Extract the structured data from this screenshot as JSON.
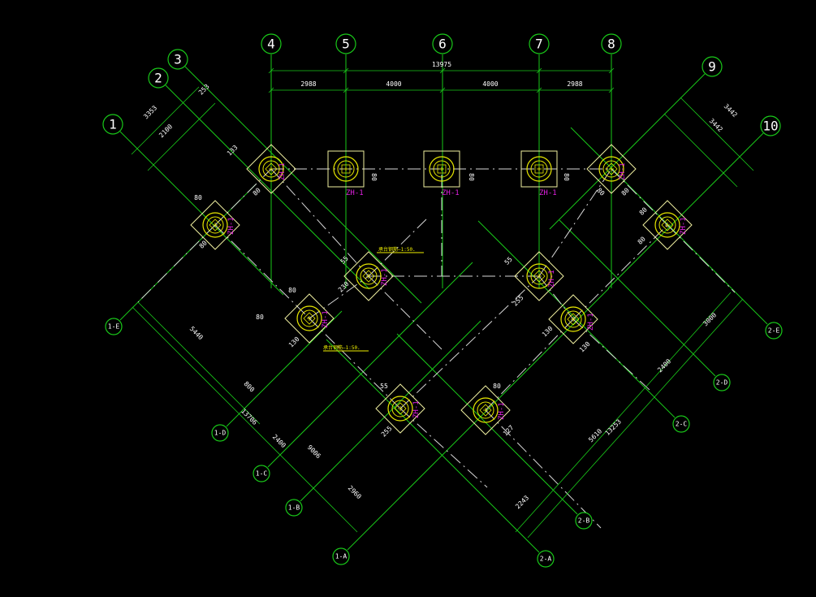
{
  "axes_top": [
    {
      "label": "4"
    },
    {
      "label": "5"
    },
    {
      "label": "6"
    },
    {
      "label": "7"
    },
    {
      "label": "8"
    }
  ],
  "axes_left": [
    {
      "label": "1"
    },
    {
      "label": "2"
    },
    {
      "label": "3"
    }
  ],
  "axes_right": [
    {
      "label": "9"
    },
    {
      "label": "10"
    }
  ],
  "axes_lower_left": [
    {
      "label": "1-E"
    },
    {
      "label": "1-D"
    },
    {
      "label": "1-C"
    },
    {
      "label": "1-B"
    },
    {
      "label": "1-A"
    }
  ],
  "axes_lower_right": [
    {
      "label": "2-E"
    },
    {
      "label": "2-D"
    },
    {
      "label": "2-C"
    },
    {
      "label": "2-B"
    },
    {
      "label": "2-A"
    }
  ],
  "dims_top": {
    "total": "13975",
    "segments": [
      "2988",
      "4000",
      "4000",
      "2988"
    ]
  },
  "dims_upper_left": [
    "3353",
    "2100",
    "253"
  ],
  "dims_upper_right": [
    "3442",
    "3442"
  ],
  "dims_lower_left": [
    "5440",
    "800",
    "13706",
    "2400",
    "9006",
    "2960"
  ],
  "dims_lower_right": [
    "3000",
    "2400",
    "13253",
    "5610",
    "2243"
  ],
  "pile_label": "ZH-1",
  "offsets": [
    "133",
    "80",
    "80",
    "80",
    "80",
    "80",
    "80",
    "80",
    "80",
    "80",
    "80",
    "80",
    "55",
    "230",
    "80",
    "130",
    "55",
    "255",
    "55",
    "255",
    "130",
    "130",
    "80",
    "127"
  ],
  "notes": [
    "承台钢筋—1:50.",
    "承台钢筋—1:50."
  ]
}
